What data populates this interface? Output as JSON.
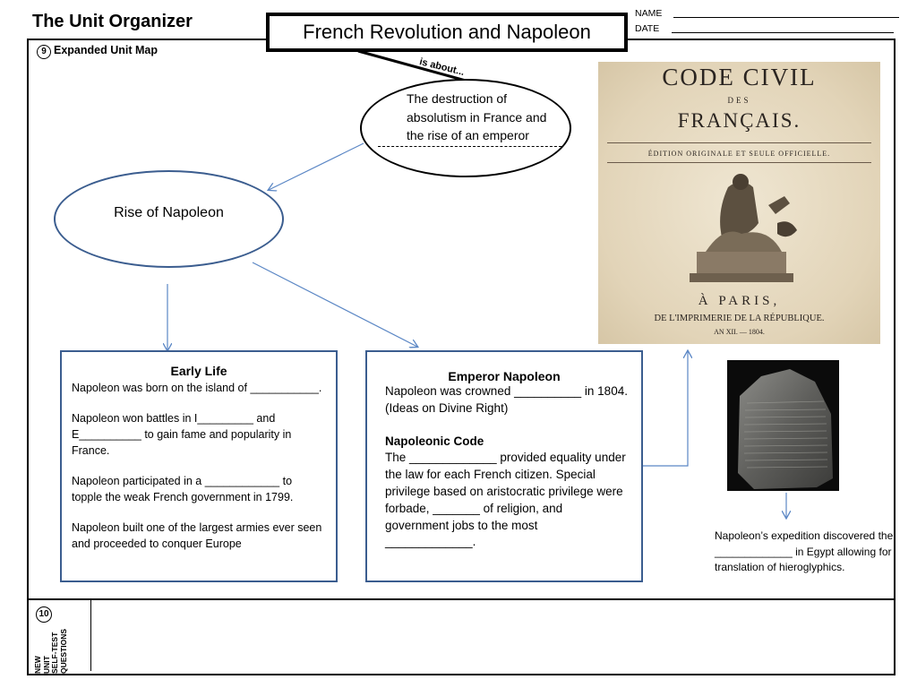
{
  "header": {
    "app_title": "The Unit Organizer",
    "topic": "French Revolution and Napoleon",
    "name_label": "NAME",
    "date_label": "DATE"
  },
  "map": {
    "section_number": "9",
    "section_label": "Expanded Unit Map",
    "connector_label": "is about...",
    "main_idea": "The destruction of absolutism in France and the rise of an emperor",
    "subtopic": "Rise of Napoleon"
  },
  "early_life": {
    "title": "Early Life",
    "p1": "Napoleon was born on the island of ___________.",
    "p2": "Napoleon won battles in I_________ and E__________ to gain fame and popularity  in France.",
    "p3": "Napoleon participated in a ____________ to topple the weak French government in 1799.",
    "p4": "Napoleon built one of the largest armies ever seen and proceeded to conquer Europe"
  },
  "emperor": {
    "title": "Emperor Napoleon",
    "p1": "Napoleon was crowned __________ in 1804. (Ideas on Divine Right)",
    "code_title": "Napoleonic Code",
    "p2": "The _____________ provided equality under the law for each French citizen. Special privilege based on aristocratic privilege  were forbade, _______ of religion, and government jobs to the most _____________."
  },
  "code_civil_image": {
    "line1": "CODE CIVIL",
    "line2": "DES",
    "line3": "FRANÇAIS.",
    "line4": "ÉDITION ORIGINALE ET SEULE OFFICIELLE.",
    "line5": "À PARIS,",
    "line6": "DE L'IMPRIMERIE DE LA RÉPUBLIQUE.",
    "line7": "AN XII. — 1804."
  },
  "rosetta": {
    "caption": "Napoleon’s expedition discovered the _____________ in Egypt allowing for translation of hieroglyphics."
  },
  "self_test": {
    "number": "10",
    "label_lines": [
      "NEW",
      "UNIT",
      "SELF-TEST",
      "QUESTIONS"
    ]
  },
  "colors": {
    "accent_blue": "#3b5d8f",
    "arrow_blue": "#5b87c5",
    "parchment": "#e8dcc4"
  }
}
